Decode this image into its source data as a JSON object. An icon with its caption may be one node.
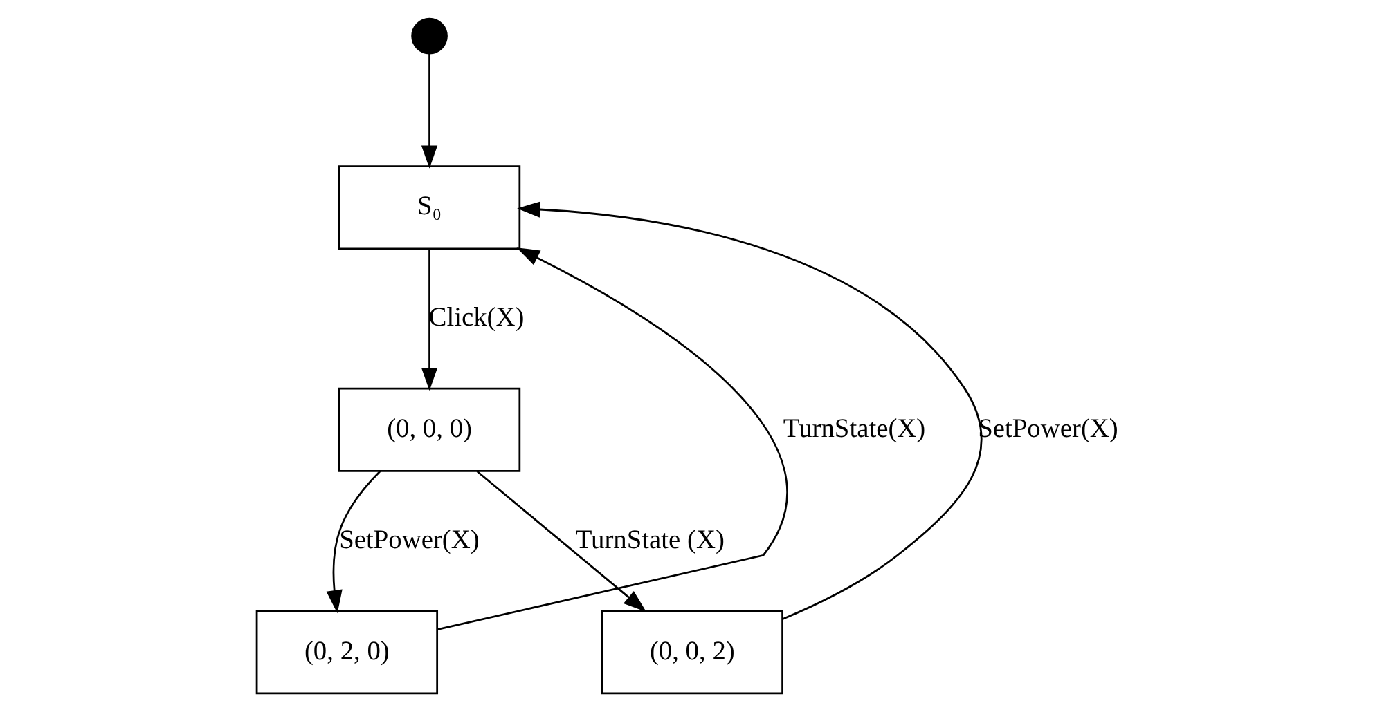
{
  "diagram": {
    "nodes": [
      {
        "text": [],
        "shape": "circle"
      },
      {
        "text": [
          "S₀"
        ]
      },
      {
        "text": [
          "(0, 0, 0)"
        ]
      },
      {
        "text": [
          "(0, 2, 0)"
        ]
      },
      {
        "text": [
          "(0, 0, 2)"
        ]
      }
    ],
    "edges": [
      {
        "from": 0,
        "to": 1,
        "arrow": "to"
      },
      {
        "from": 1,
        "to": 2,
        "arrow": "to",
        "label": "Click(X)"
      },
      {
        "from": 2,
        "to": 3,
        "arrow": "to",
        "label": "SetPower(X)"
      },
      {
        "from": 2,
        "to": 4,
        "arrow": "to",
        "label": "TurnState (X)"
      },
      {
        "from": 3,
        "to": 1,
        "arrow": "to",
        "label": "TurnState(X)"
      },
      {
        "from": 4,
        "to": 1,
        "arrow": "to",
        "label": "SetPower(X)"
      }
    ]
  }
}
